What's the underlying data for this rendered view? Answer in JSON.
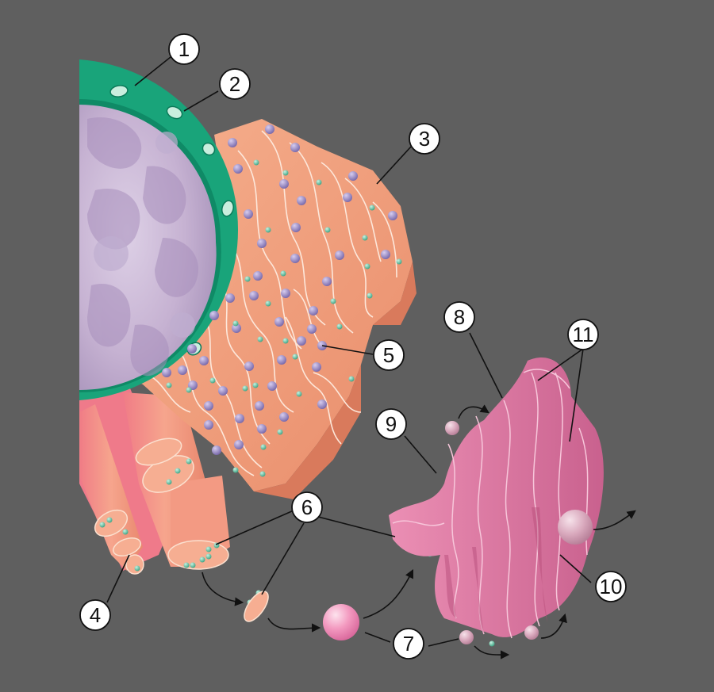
{
  "callouts": [
    {
      "id": "1",
      "label": "1"
    },
    {
      "id": "2",
      "label": "2"
    },
    {
      "id": "3",
      "label": "3"
    },
    {
      "id": "4",
      "label": "4"
    },
    {
      "id": "5",
      "label": "5"
    },
    {
      "id": "6",
      "label": "6"
    },
    {
      "id": "7",
      "label": "7"
    },
    {
      "id": "8",
      "label": "8"
    },
    {
      "id": "9",
      "label": "9"
    },
    {
      "id": "10",
      "label": "10"
    },
    {
      "id": "11",
      "label": "11"
    }
  ],
  "colors": {
    "background": "#5f5f5f",
    "nuclear_envelope": "#1aa57a",
    "nucleoplasm": "#c7b4d2",
    "rough_er": "#f2a07e",
    "smooth_er": "#f49a86",
    "golgi": "#e07aa4",
    "ribosome": "#8a79b6",
    "protein_dot": "#5fc4a4",
    "vesicle": "#f28cb8"
  }
}
